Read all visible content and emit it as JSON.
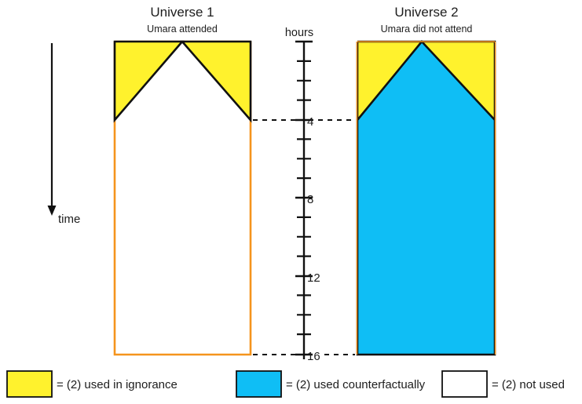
{
  "diagram": {
    "axis": {
      "title": "hours",
      "tick_labels": [
        "4",
        "8",
        "12",
        "16"
      ],
      "tick_values": [
        4,
        8,
        12,
        16
      ],
      "min": 0,
      "max": 16,
      "minor_tick_step": 1,
      "direction": "downward"
    },
    "time_arrow": {
      "label": "time",
      "direction": "down"
    },
    "panels": [
      {
        "id": "universe-1",
        "title": "Universe 1",
        "subtitle": "Umara attended",
        "regions": [
          {
            "name": "used-in-ignorance",
            "fill": "#FFF22D",
            "hours": 4
          },
          {
            "name": "not-used",
            "fill": "#FFFFFF",
            "hours": 12
          }
        ]
      },
      {
        "id": "universe-2",
        "title": "Universe 2",
        "subtitle": "Umara did not attend",
        "regions": [
          {
            "name": "used-in-ignorance",
            "fill": "#FFF22D",
            "hours": 4
          },
          {
            "name": "used-counterfactually",
            "fill": "#0FBEF5",
            "hours": 16
          }
        ]
      }
    ]
  },
  "legend": {
    "items": [
      {
        "swatch_name": "yellow-swatch",
        "color": "#FFF22D",
        "label": "= (2) used in ignorance"
      },
      {
        "swatch_name": "blue-swatch",
        "color": "#0FBEF5",
        "label": "= (2) used counterfactually"
      },
      {
        "swatch_name": "white-swatch",
        "color": "#FFFFFF",
        "label": "= (2) not used"
      }
    ]
  },
  "colors": {
    "yellow": "#FFF22D",
    "blue": "#0FBEF5",
    "white": "#FFFFFF",
    "outline": "#111111",
    "orange_edge": "#F5941D"
  }
}
